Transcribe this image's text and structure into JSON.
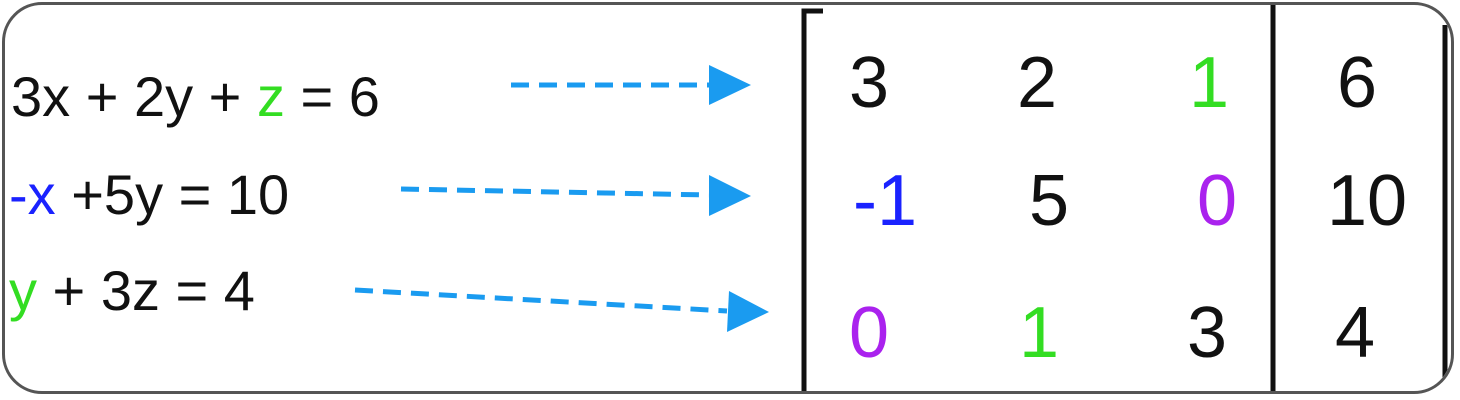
{
  "colors": {
    "green": "#33dd22",
    "blue": "#1a22ff",
    "purple": "#aa22ee",
    "black": "#111111",
    "arrow": "#1a9bf0"
  },
  "equations": [
    {
      "parts": [
        {
          "text": "3x + 2y + ",
          "color": "black"
        },
        {
          "text": "z",
          "color": "green"
        },
        {
          "text": " = 6",
          "color": "black"
        }
      ]
    },
    {
      "parts": [
        {
          "text": "-x",
          "color": "blue"
        },
        {
          "text": " +5y = 10",
          "color": "black"
        }
      ]
    },
    {
      "parts": [
        {
          "text": "y",
          "color": "green"
        },
        {
          "text": " + 3z = 4",
          "color": "black"
        }
      ]
    }
  ],
  "matrix": {
    "rows": [
      [
        {
          "text": "3",
          "color": "black"
        },
        {
          "text": "2",
          "color": "black"
        },
        {
          "text": "1",
          "color": "green"
        },
        {
          "text": "6",
          "color": "black"
        }
      ],
      [
        {
          "text": "-1",
          "color": "blue"
        },
        {
          "text": "5",
          "color": "black"
        },
        {
          "text": "0",
          "color": "purple"
        },
        {
          "text": "10",
          "color": "black"
        }
      ],
      [
        {
          "text": "0",
          "color": "purple"
        },
        {
          "text": "1",
          "color": "green"
        },
        {
          "text": "3",
          "color": "black"
        },
        {
          "text": "4",
          "color": "black"
        }
      ]
    ]
  }
}
